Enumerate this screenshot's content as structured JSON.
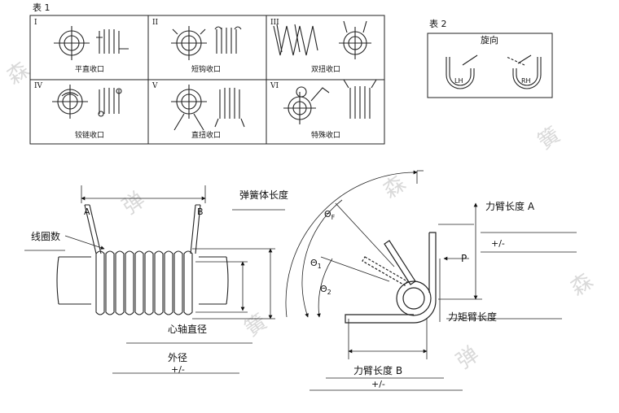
{
  "watermark": "森 弹 簧",
  "table1": {
    "title": "表 1",
    "cells": [
      {
        "roman": "I",
        "caption": "平直收口"
      },
      {
        "roman": "II",
        "caption": "短钩收口"
      },
      {
        "roman": "III",
        "caption": "双扭收口"
      },
      {
        "roman": "IV",
        "caption": "铰链收口"
      },
      {
        "roman": "V",
        "caption": "直扭收口"
      },
      {
        "roman": "VI",
        "caption": "特殊收口"
      }
    ]
  },
  "table2": {
    "title": "表 2",
    "header": "旋向",
    "left_label": "LH",
    "right_label": "RH"
  },
  "spring": {
    "arm_a": "A",
    "arm_b": "B",
    "body_length": "弹簧体长度",
    "coils": "线圈数",
    "mandrel": "心轴直径",
    "outer_diameter": "外径",
    "tolerance": "+/-"
  },
  "torsion": {
    "theta_f": "Θ",
    "theta_f_sub": "F",
    "theta_1": "Θ",
    "theta_1_sub": "1",
    "theta_2": "Θ",
    "theta_2_sub": "2",
    "p": "P",
    "arm_length_a": "力臂长度 A",
    "tolerance_a": "+/-",
    "moment_arm": "力矩臂长度",
    "arm_length_b": "力臂长度 B",
    "tolerance_b": "+/-"
  }
}
